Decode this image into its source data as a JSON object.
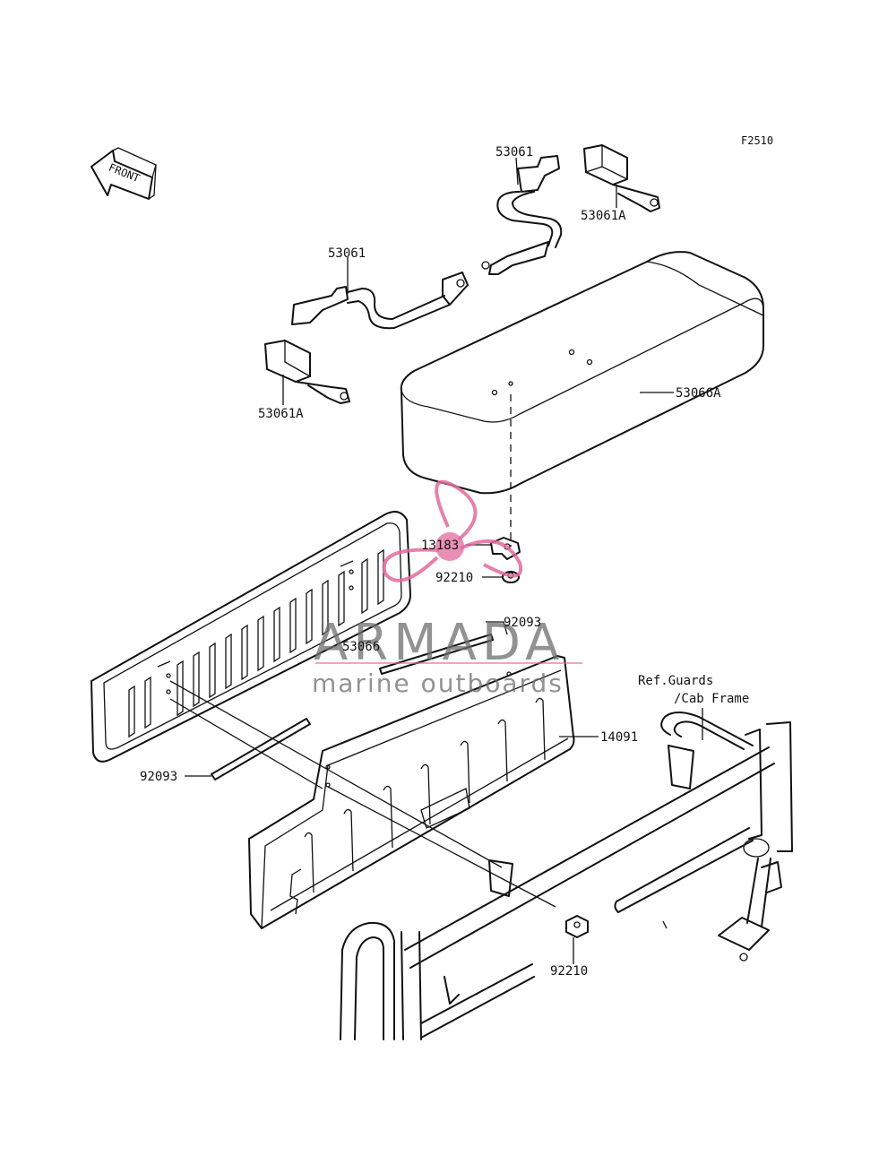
{
  "figure_code": "F2510",
  "front_arrow_label": "FRONT",
  "parts": {
    "strap_upper": "53061",
    "strap_lower": "53061",
    "bracket_upper": "53061A",
    "bracket_lower": "53061A",
    "seat_cushion": "53066A",
    "collar": "13183",
    "nut_upper": "92210",
    "nut_lower": "92210",
    "backrest": "53066",
    "rod_upper": "92093",
    "rod_lower": "92093",
    "back_panel": "14091"
  },
  "reference": {
    "line1": "Ref.Guards",
    "line2": "/Cab Frame"
  },
  "watermark": {
    "brand": "ARMADA",
    "tagline": "marine outboards",
    "accent_color": "#e26a9c"
  }
}
